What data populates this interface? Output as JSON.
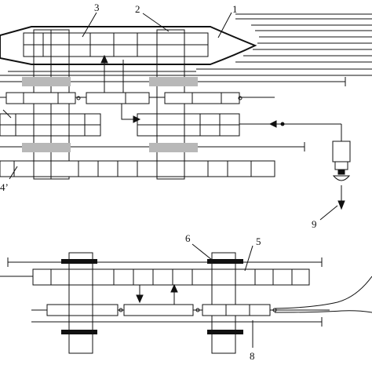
{
  "colors": {
    "stroke": "#111111",
    "fill": "#ffffff",
    "gray_band": "#b8b8b8",
    "black_bar": "#111111"
  },
  "labels": {
    "l1": "1",
    "l2": "2",
    "l3": "3",
    "l4p": "4’",
    "l5": "5",
    "l6": "6",
    "l8": "8",
    "l9": "9"
  },
  "icons": {
    "arrow_up": "arrow-up",
    "arrow_down": "arrow-down",
    "arrow_left": "arrow-left",
    "device": "sensor-device"
  }
}
